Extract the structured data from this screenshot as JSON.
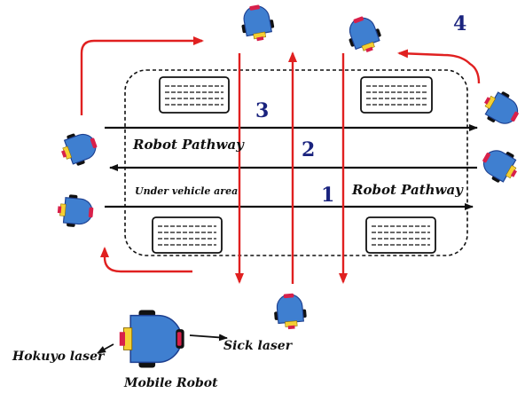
{
  "labels": {
    "robot_pathway_top": "Robot Pathway",
    "robot_pathway_bottom": "Robot Pathway",
    "under_vehicle_area": "Under vehicle area",
    "num1": "1",
    "num2": "2",
    "num3": "3",
    "num4": "4",
    "hokuyo_laser": "Hokuyo laser",
    "sick_laser": "Sick laser",
    "mobile_robot": "Mobile Robot"
  },
  "colors": {
    "robot_body": "#3f7fd0",
    "robot_dark": "#1d3f8f",
    "red_arrow": "#e02020",
    "black_arrow": "#111111",
    "number_color": "#1a237e",
    "sensor_yellow": "#f5d033",
    "sensor_red": "#d8204a"
  }
}
